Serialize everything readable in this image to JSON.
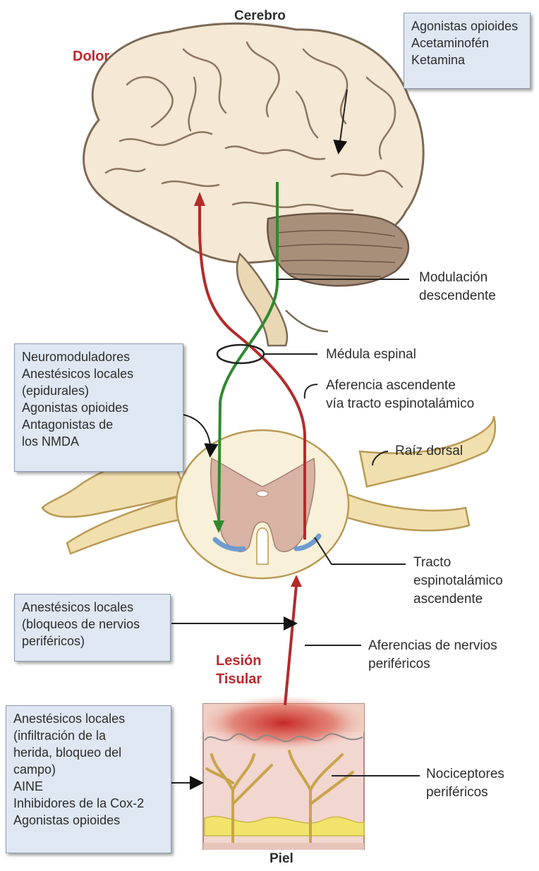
{
  "labels": {
    "brain": "Cerebro",
    "pain": "Dolor",
    "modulation": [
      "Modulación",
      "descendente"
    ],
    "spinal_cord": "Médula espinal",
    "afferent": [
      "Aferencia ascendente",
      "vía tracto espinotalámico"
    ],
    "dorsal_root": "Raíz dorsal",
    "tract": [
      "Tracto",
      "espinotalámico",
      "ascendente"
    ],
    "peripheral_afferents": [
      "Aferencias de nervios",
      "periféricos"
    ],
    "injury": [
      "Lesión",
      "Tisular"
    ],
    "nociceptors": [
      "Nociceptores",
      "periféricos"
    ],
    "skin": "Piel"
  },
  "boxes": {
    "brain_drugs": [
      "Agonistas opioides",
      "Acetaminofén",
      "Ketamina"
    ],
    "spinal_drugs": [
      "Neuromoduladores",
      "Anestésicos locales",
      "(epidurales)",
      "Agonistas opioides",
      "Antagonistas de",
      "los NMDA"
    ],
    "nerve_block": [
      "Anestésicos locales",
      "(bloqueos de nervios",
      "periféricos)"
    ],
    "peripheral_drugs": [
      "Anestésicos locales",
      "(infiltración de la",
      "herida, bloqueo del",
      "campo)",
      "AINE",
      "Inhibidores de la Cox-2",
      "Agonistas opioides"
    ]
  },
  "colors": {
    "ascending": "#b52a2a",
    "descending": "#2e8a2e",
    "box_fill": "#dfe7f2",
    "brain": "#f6ead8",
    "gray_matter": "#dcb5a8"
  }
}
